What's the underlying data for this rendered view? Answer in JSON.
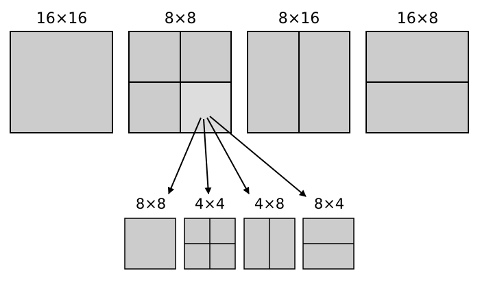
{
  "colors": {
    "background": "#ffffff",
    "block_fill": "#cccccc",
    "highlight_fill": "#dddddd",
    "stroke": "#000000"
  },
  "top_row": {
    "label_16x16": "16×16",
    "label_8x8": "8×8",
    "label_8x16": "8×16",
    "label_16x8": "16×8"
  },
  "sub_row": {
    "label_8x8": "8×8",
    "label_4x4": "4×4",
    "label_4x8": "4×8",
    "label_8x4": "8×4"
  }
}
